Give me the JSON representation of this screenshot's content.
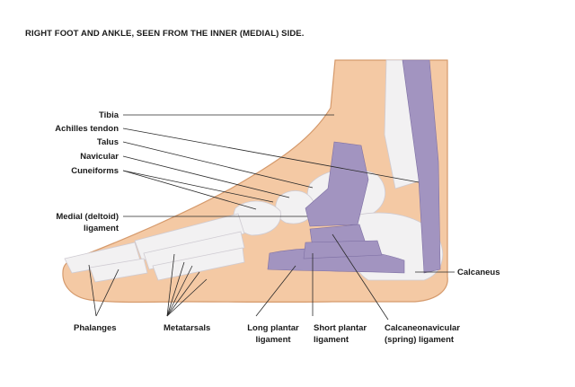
{
  "title": "RIGHT FOOT AND ANKLE, SEEN FROM THE INNER (MEDIAL) SIDE.",
  "labels": {
    "tibia": "Tibia",
    "achilles": "Achilles tendon",
    "talus": "Talus",
    "navicular": "Navicular",
    "cuneiforms": "Cuneiforms",
    "deltoid_1": "Medial (deltoid)",
    "deltoid_2": "ligament",
    "calcaneus": "Calcaneus",
    "phalanges": "Phalanges",
    "metatarsals": "Metatarsals",
    "long_plantar_1": "Long plantar",
    "long_plantar_2": "ligament",
    "short_plantar_1": "Short plantar",
    "short_plantar_2": "ligament",
    "spring_1": "Calcaneonavicular",
    "spring_2": "(spring) ligament"
  },
  "colors": {
    "skin": "#f4c9a4",
    "skin_outline": "#d59a6c",
    "bone": "#f2f1f2",
    "ligament": "#a294c0",
    "ligament_dark": "#7d6fa3",
    "text": "#1a1a1a"
  }
}
